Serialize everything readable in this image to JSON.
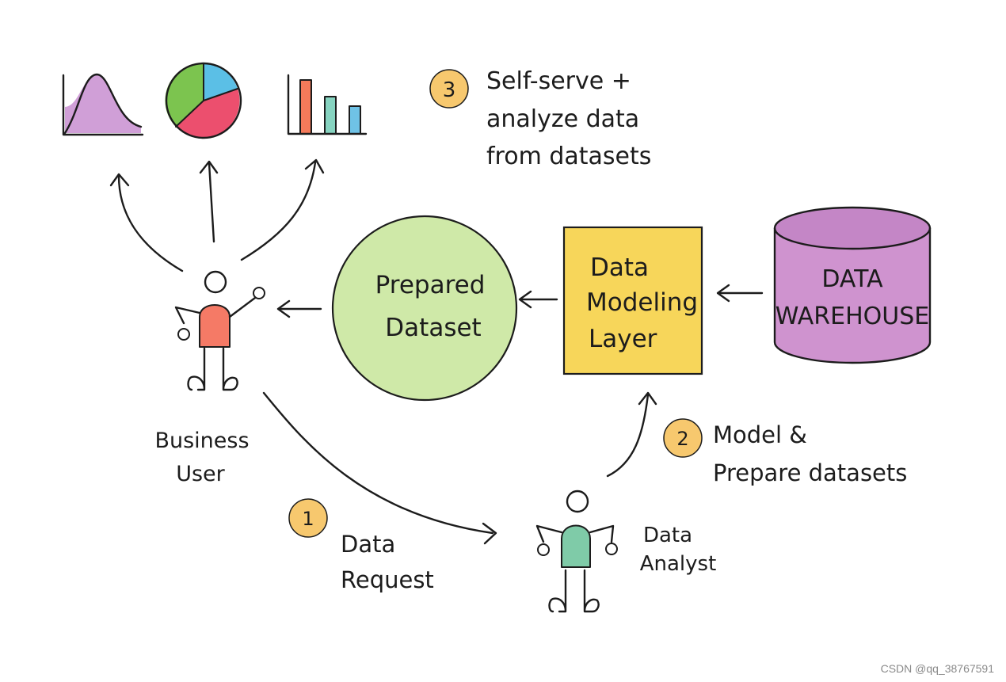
{
  "step3": {
    "number": "3",
    "line1": "Self-serve +",
    "line2": "analyze data",
    "line3": "from datasets"
  },
  "prepared_dataset": {
    "line1": "Prepared",
    "line2": "Dataset"
  },
  "data_modeling_layer": {
    "line1": "Data",
    "line2": "Modeling",
    "line3": "Layer"
  },
  "data_warehouse": {
    "line1": "DATA",
    "line2": "WAREHOUSE"
  },
  "business_user": {
    "line1": "Business",
    "line2": "User"
  },
  "data_analyst": {
    "line1": "Data",
    "line2": "Analyst"
  },
  "step1": {
    "number": "1",
    "line1": "Data",
    "line2": "Request"
  },
  "step2": {
    "number": "2",
    "line1": "Model &",
    "line2": "Prepare datasets"
  },
  "watermark": "CSDN @qq_38767591",
  "colors": {
    "step_badge": "#f7c86e",
    "prepared_dataset": "#cfe9a8",
    "data_modeling_layer": "#f7d65a",
    "data_warehouse": "#cf93cf",
    "business_user_body": "#f57a66",
    "data_analyst_body": "#7fcba8",
    "bell_curve": "#c88ed0",
    "pie_green": "#7cc44f",
    "pie_blue": "#5bbfe6",
    "pie_red": "#ec4f6e",
    "bar_red": "#f47a5a",
    "bar_teal": "#86d3c0",
    "bar_blue": "#6fc2e6"
  },
  "icons": [
    "bell-curve-chart-icon",
    "pie-chart-icon",
    "bar-chart-icon",
    "business-user-figure",
    "data-analyst-figure",
    "database-cylinder"
  ]
}
